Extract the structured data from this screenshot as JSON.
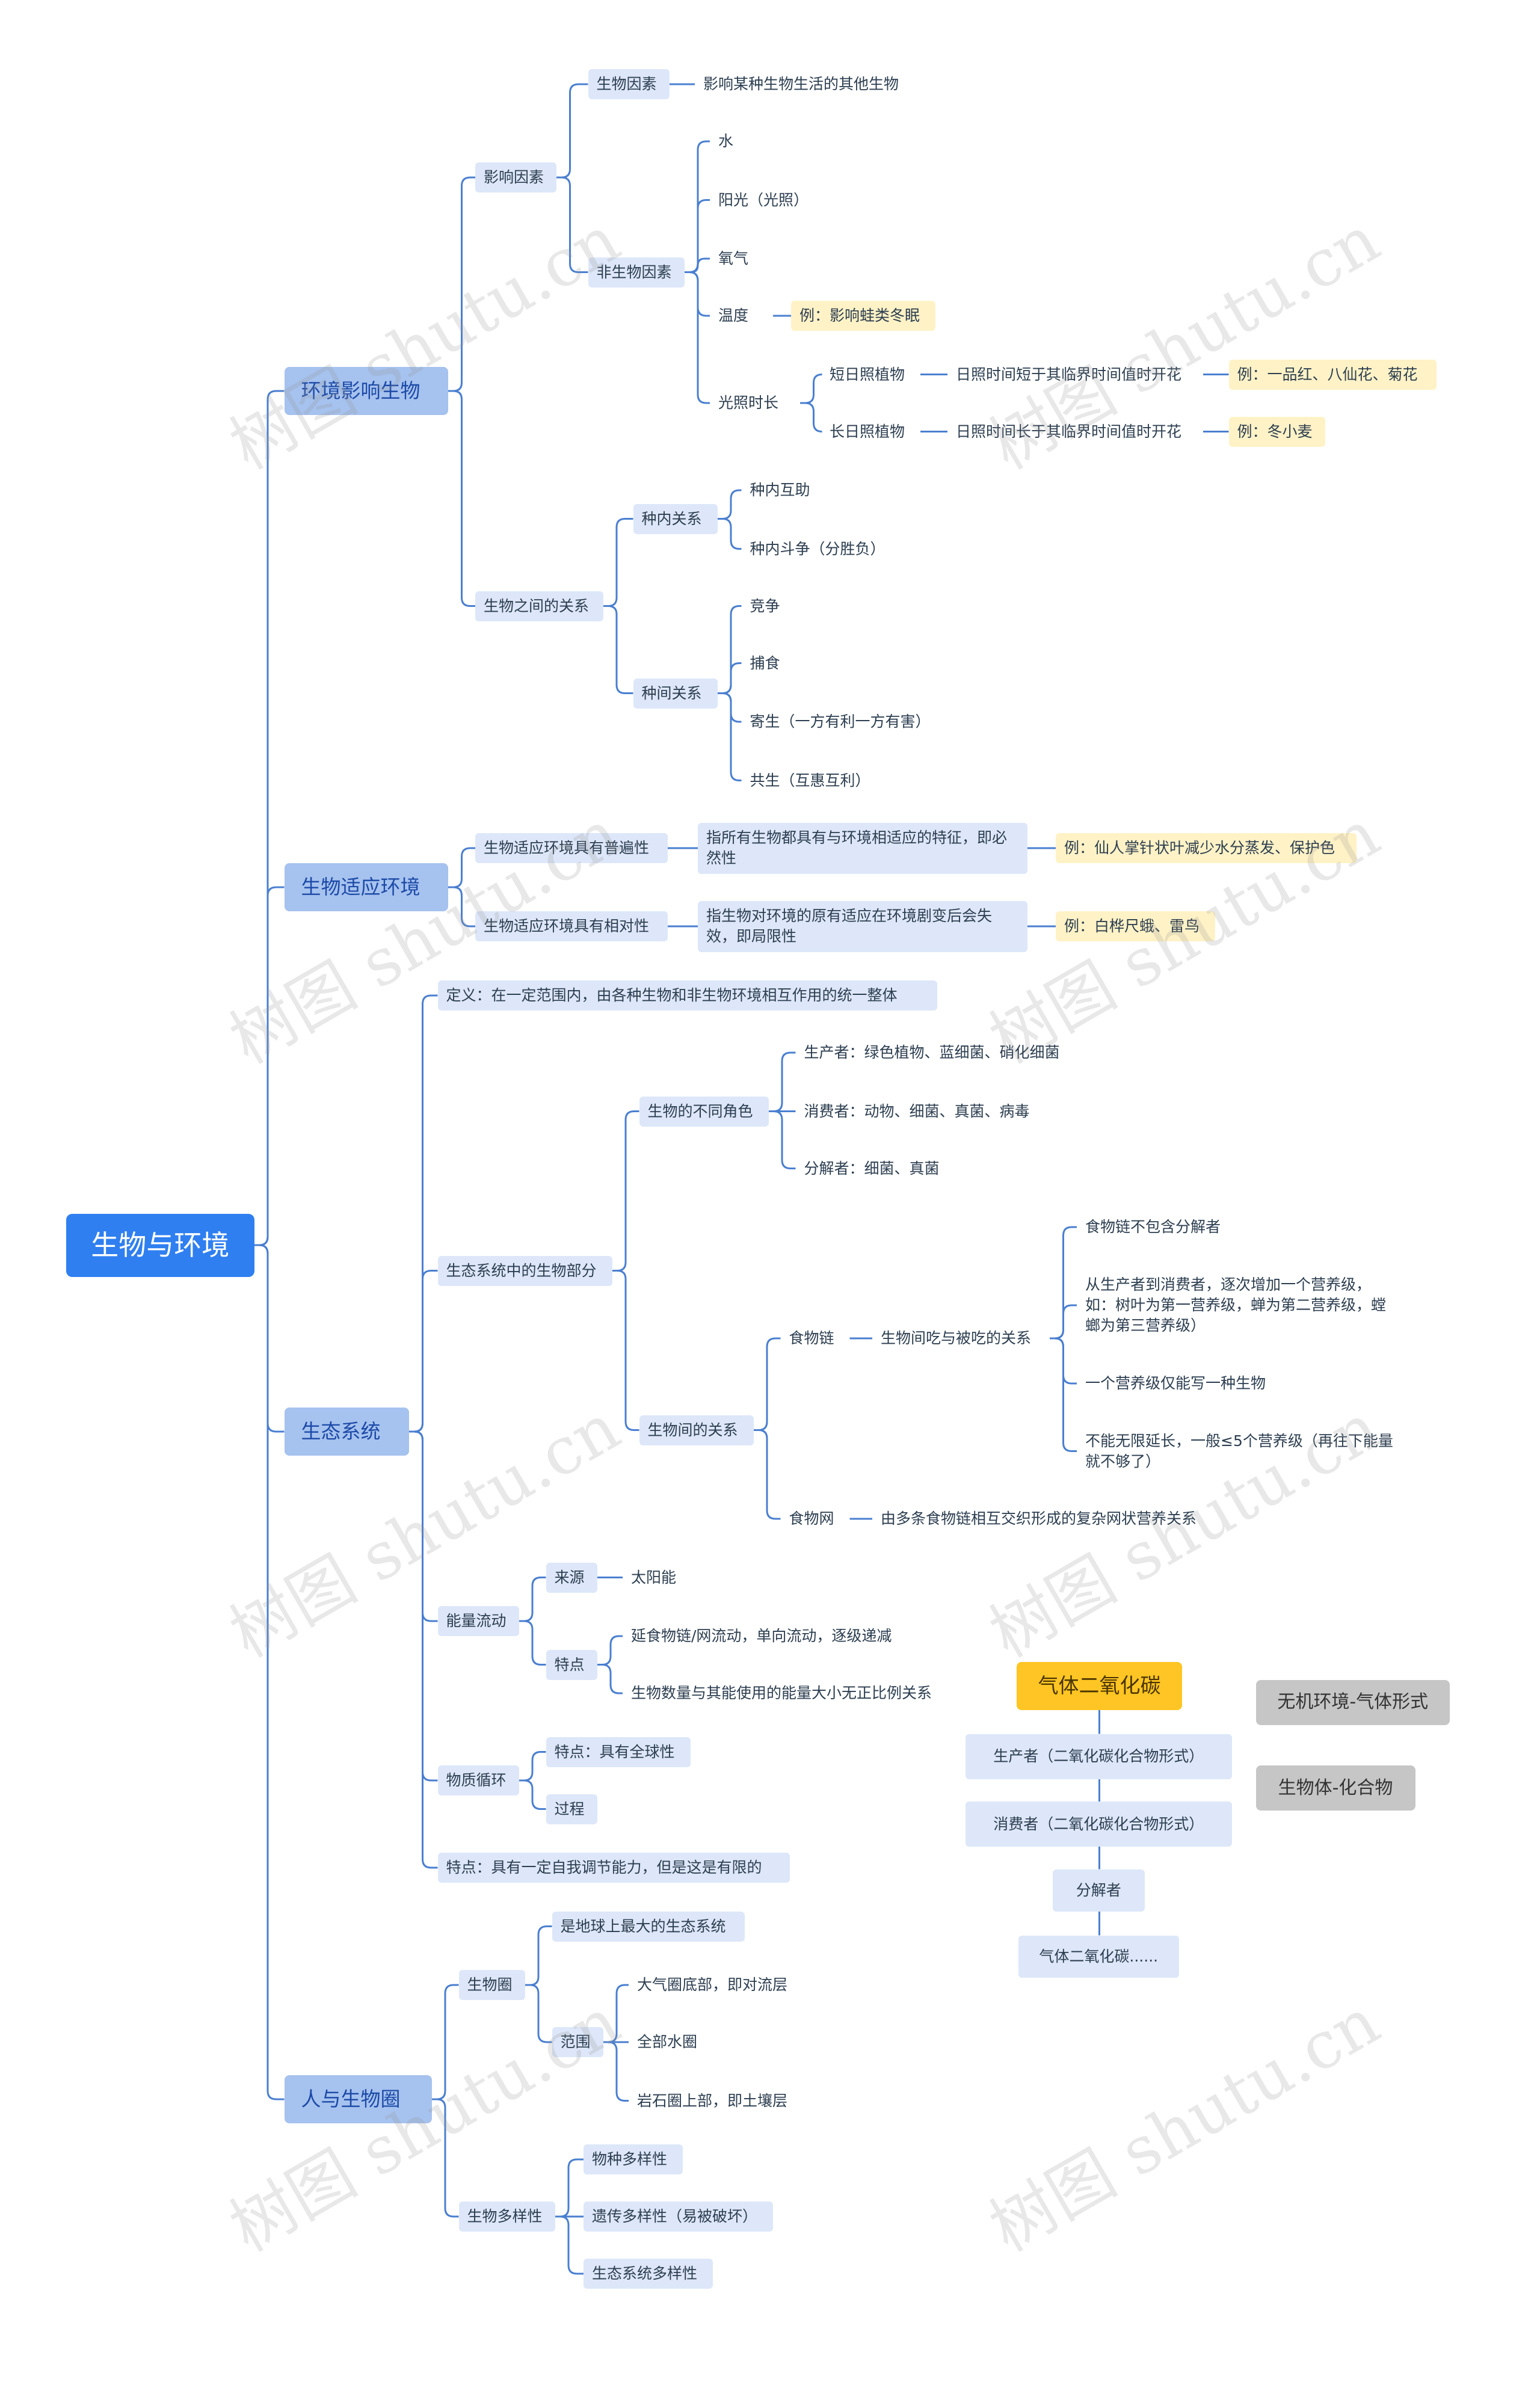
{
  "nodes": {
    "root": "生物与环境",
    "env": "环境影响生物",
    "factors": "影响因素",
    "bio_factor": "生物因素",
    "bio_factor_desc": "影响某种生物生活的其他生物",
    "abio_factor": "非生物因素",
    "water": "水",
    "sunlight": "阳光（光照）",
    "oxygen": "氧气",
    "temperature": "温度",
    "temperature_ex": "例：影响蛙类冬眠",
    "daylength": "光照时长",
    "shortday": "短日照植物",
    "shortday_desc": "日照时间短于其临界时间值时开花",
    "shortday_ex": "例：一品红、八仙花、菊花",
    "longday": "长日照植物",
    "longday_desc": "日照时间长于其临界时间值时开花",
    "longday_ex": "例：冬小麦",
    "relations": "生物之间的关系",
    "intra": "种内关系",
    "intra_help": "种内互助",
    "intra_fight": "种内斗争（分胜负）",
    "inter": "种间关系",
    "compete": "竞争",
    "prey": "捕食",
    "parasite": "寄生（一方有利一方有害）",
    "symbiosis": "共生（互惠互利）",
    "adapt": "生物适应环境",
    "adapt_univ": "生物适应环境具有普遍性",
    "adapt_univ_desc": "指所有生物都具有与环境相适应的特征，即必然性",
    "adapt_univ_ex": "例：仙人掌针状叶减少水分蒸发、保护色",
    "adapt_rel": "生物适应环境具有相对性",
    "adapt_rel_desc": "指生物对环境的原有适应在环境剧变后会失效，即局限性",
    "adapt_rel_ex": "例：白桦尺蛾、雷鸟",
    "eco": "生态系统",
    "eco_def": "定义：在一定范围内，由各种生物和非生物环境相互作用的统一整体",
    "eco_bio": "生态系统中的生物部分",
    "roles": "生物的不同角色",
    "producer": "生产者：绿色植物、蓝细菌、硝化细菌",
    "consumer": "消费者：动物、细菌、真菌、病毒",
    "decomposer": "分解者：细菌、真菌",
    "bio_rel": "生物间的关系",
    "chain": "食物链",
    "chain_desc": "生物间吃与被吃的关系",
    "chain_1": "食物链不包含分解者",
    "chain_2": "从生产者到消费者，逐次增加一个营养级，如：树叶为第一营养级，蝉为第二营养级，螳螂为第三营养级）",
    "chain_3": "一个营养级仅能写一种生物",
    "chain_4": "不能无限延长，一般≤5个营养级（再往下能量就不够了）",
    "web": "食物网",
    "web_desc": "由多条食物链相互交织形成的复杂网状营养关系",
    "energy": "能量流动",
    "source": "来源",
    "sun": "太阳能",
    "feature": "特点",
    "feature_1": "延食物链/网流动，单向流动，逐级递减",
    "feature_2": "生物数量与其能使用的能量大小无正比例关系",
    "matter": "物质循环",
    "matter_1": "特点：具有全球性",
    "matter_2": "过程",
    "eco_feature": "特点：具有一定自我调节能力，但是这是有限的",
    "human": "人与生物圈",
    "biosphere": "生物圈",
    "bs_1": "是地球上最大的生态系统",
    "scope": "范围",
    "scope_1": "大气圈底部，即对流层",
    "scope_2": "全部水圈",
    "scope_3": "岩石圈上部，即土壤层",
    "biodiv": "生物多样性",
    "div_1": "物种多样性",
    "div_2": "遗传多样性（易被破坏）",
    "div_3": "生态系统多样性"
  },
  "cycle": {
    "co2_top": "气体二氧化碳",
    "producer": "生产者（二氧化碳化合物形式）",
    "consumer": "消费者（二氧化碳化合物形式）",
    "decomposer": "分解者",
    "co2_bottom": "气体二氧化碳......",
    "legend_inorganic": "无机环境-气体形式",
    "legend_organism": "生物体-化合物"
  },
  "watermark": "树图 shutu.cn",
  "colors": {
    "root": "#2f7ff0",
    "level1": "#a6c2ee",
    "level2": "#dde7f9",
    "example": "#fff2c6",
    "line": "#4a7fd0",
    "co2": "#ffc524",
    "legend": "#c6c6c6"
  }
}
